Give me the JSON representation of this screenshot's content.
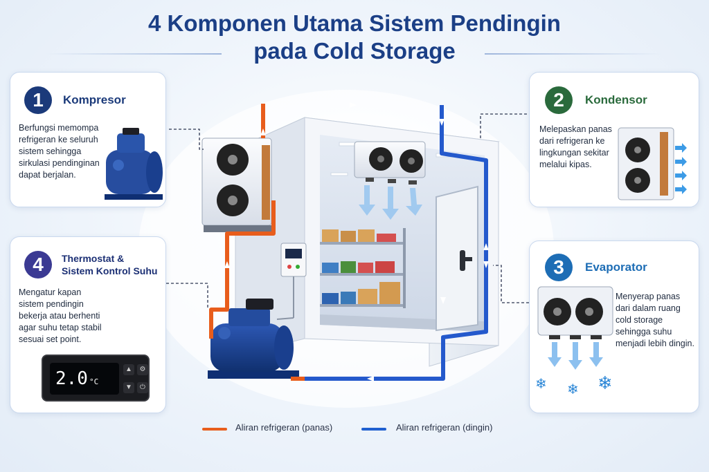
{
  "title_line1": "4 Komponen Utama Sistem Pendingin",
  "title_line2": "pada Cold Storage",
  "colors": {
    "title": "#1b3f86",
    "hot_line": "#e85d1c",
    "cold_line": "#1f5fd0",
    "badge_1": "#1b3a7a",
    "badge_2": "#2a6a3c",
    "badge_3": "#1d6db5",
    "badge_4": "#3b3a93"
  },
  "components": {
    "kompresor": {
      "number": "1",
      "title": "Kompresor",
      "desc": [
        "Berfungsi memompa",
        "refrigeran ke seluruh",
        "sistem sehingga",
        "sirkulasi pendinginan",
        "dapat berjalan."
      ]
    },
    "kondensor": {
      "number": "2",
      "title": "Kondensor",
      "desc": [
        "Melepaskan panas",
        "dari refrigeran ke",
        "lingkungan sekitar",
        "melalui kipas."
      ]
    },
    "evaporator": {
      "number": "3",
      "title": "Evaporator",
      "desc": [
        "Menyerap panas",
        "dari dalam ruang",
        "cold storage",
        "sehingga suhu",
        "menjadi lebih dingin."
      ]
    },
    "thermostat": {
      "number": "4",
      "title_line1": "Thermostat &",
      "title_line2": "Sistem Kontrol Suhu",
      "desc": [
        "Mengatur kapan",
        "sistem pendingin",
        "bekerja atau berhenti",
        "agar suhu tetap stabil",
        "sesuai set point."
      ],
      "display_value": "2.0",
      "display_unit": "°C"
    }
  },
  "legend": {
    "hot": "Aliran refrigeran (panas)",
    "cold": "Aliran refrigeran (dingin)"
  }
}
